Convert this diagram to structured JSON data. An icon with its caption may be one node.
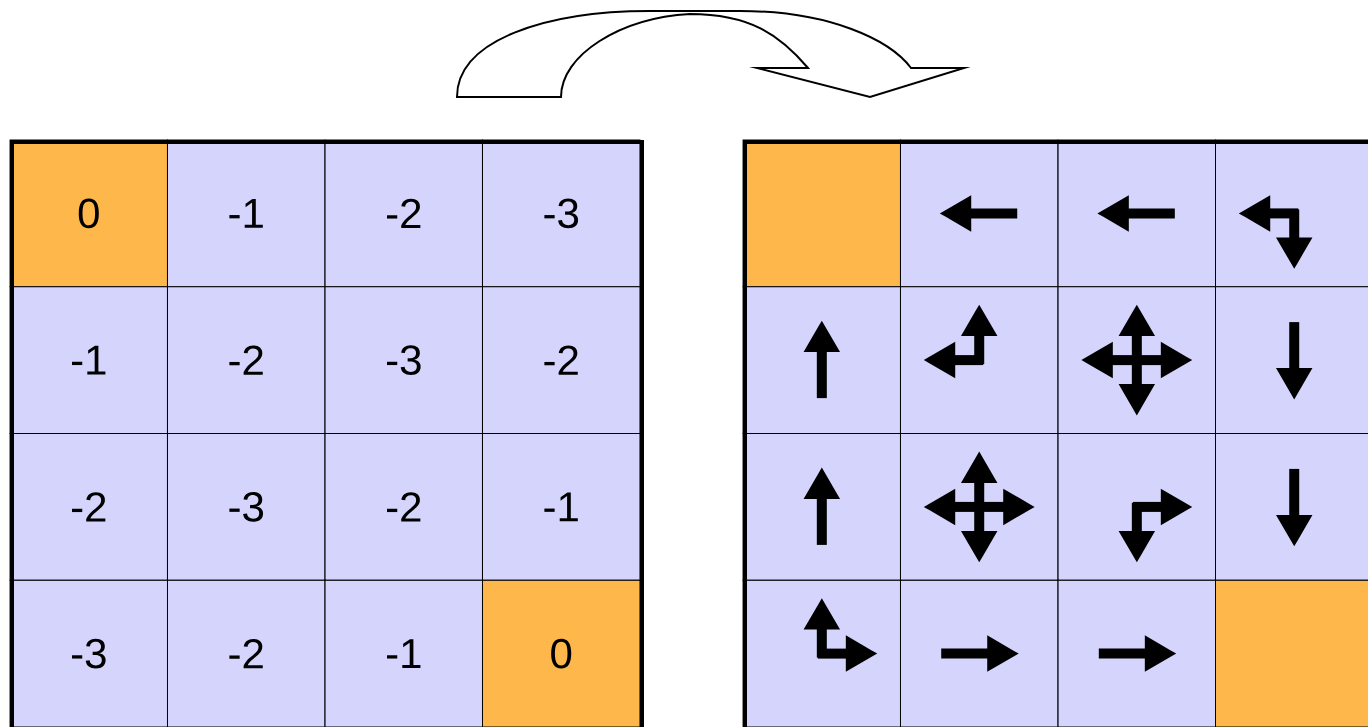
{
  "diagram": {
    "nodes": [
      {
        "text": [],
        "shape": "box"
      },
      {
        "text": [
          "0"
        ],
        "in": 0
      },
      {
        "text": [
          "-1"
        ],
        "in": 0
      },
      {
        "text": [
          "-2"
        ],
        "in": 0
      },
      {
        "text": [
          "-3"
        ],
        "in": 0
      },
      {
        "text": [
          "-1"
        ],
        "in": 0
      },
      {
        "text": [
          "-2"
        ],
        "in": 0
      },
      {
        "text": [
          "-3"
        ],
        "in": 0
      },
      {
        "text": [
          "-2"
        ],
        "in": 0
      },
      {
        "text": [
          "-2"
        ],
        "in": 0
      },
      {
        "text": [
          "-3"
        ],
        "in": 0
      },
      {
        "text": [
          "-2"
        ],
        "in": 0
      },
      {
        "text": [
          "-1"
        ],
        "in": 0
      },
      {
        "text": [
          "-3"
        ],
        "in": 0
      },
      {
        "text": [
          "-2"
        ],
        "in": 0
      },
      {
        "text": [
          "-1"
        ],
        "in": 0
      },
      {
        "text": [
          "0"
        ],
        "in": 0
      },
      {
        "text": [],
        "shape": "box"
      },
      {
        "text": [],
        "shape": "box",
        "in": 17
      },
      {
        "text": [],
        "shape": "box",
        "in": 17
      },
      {
        "text": [],
        "shape": "box",
        "in": 17
      },
      {
        "text": [],
        "shape": "box",
        "in": 17
      },
      {
        "text": [],
        "shape": "box",
        "in": 17
      },
      {
        "text": [],
        "shape": "box",
        "in": 17
      },
      {
        "text": [],
        "shape": "box",
        "in": 17
      },
      {
        "text": [],
        "shape": "box",
        "in": 17
      },
      {
        "text": [],
        "shape": "box",
        "in": 17
      },
      {
        "text": [],
        "shape": "box",
        "in": 17
      },
      {
        "text": [],
        "shape": "box",
        "in": 17
      },
      {
        "text": [],
        "shape": "box",
        "in": 17
      },
      {
        "text": [],
        "shape": "box",
        "in": 17
      },
      {
        "text": [],
        "shape": "box",
        "in": 17
      },
      {
        "text": [],
        "shape": "box",
        "in": 17
      },
      {
        "text": [],
        "shape": "box",
        "in": 17
      }
    ],
    "edges": [
      {
        "from": 0,
        "to": 17,
        "arrow": "to"
      }
    ]
  }
}
